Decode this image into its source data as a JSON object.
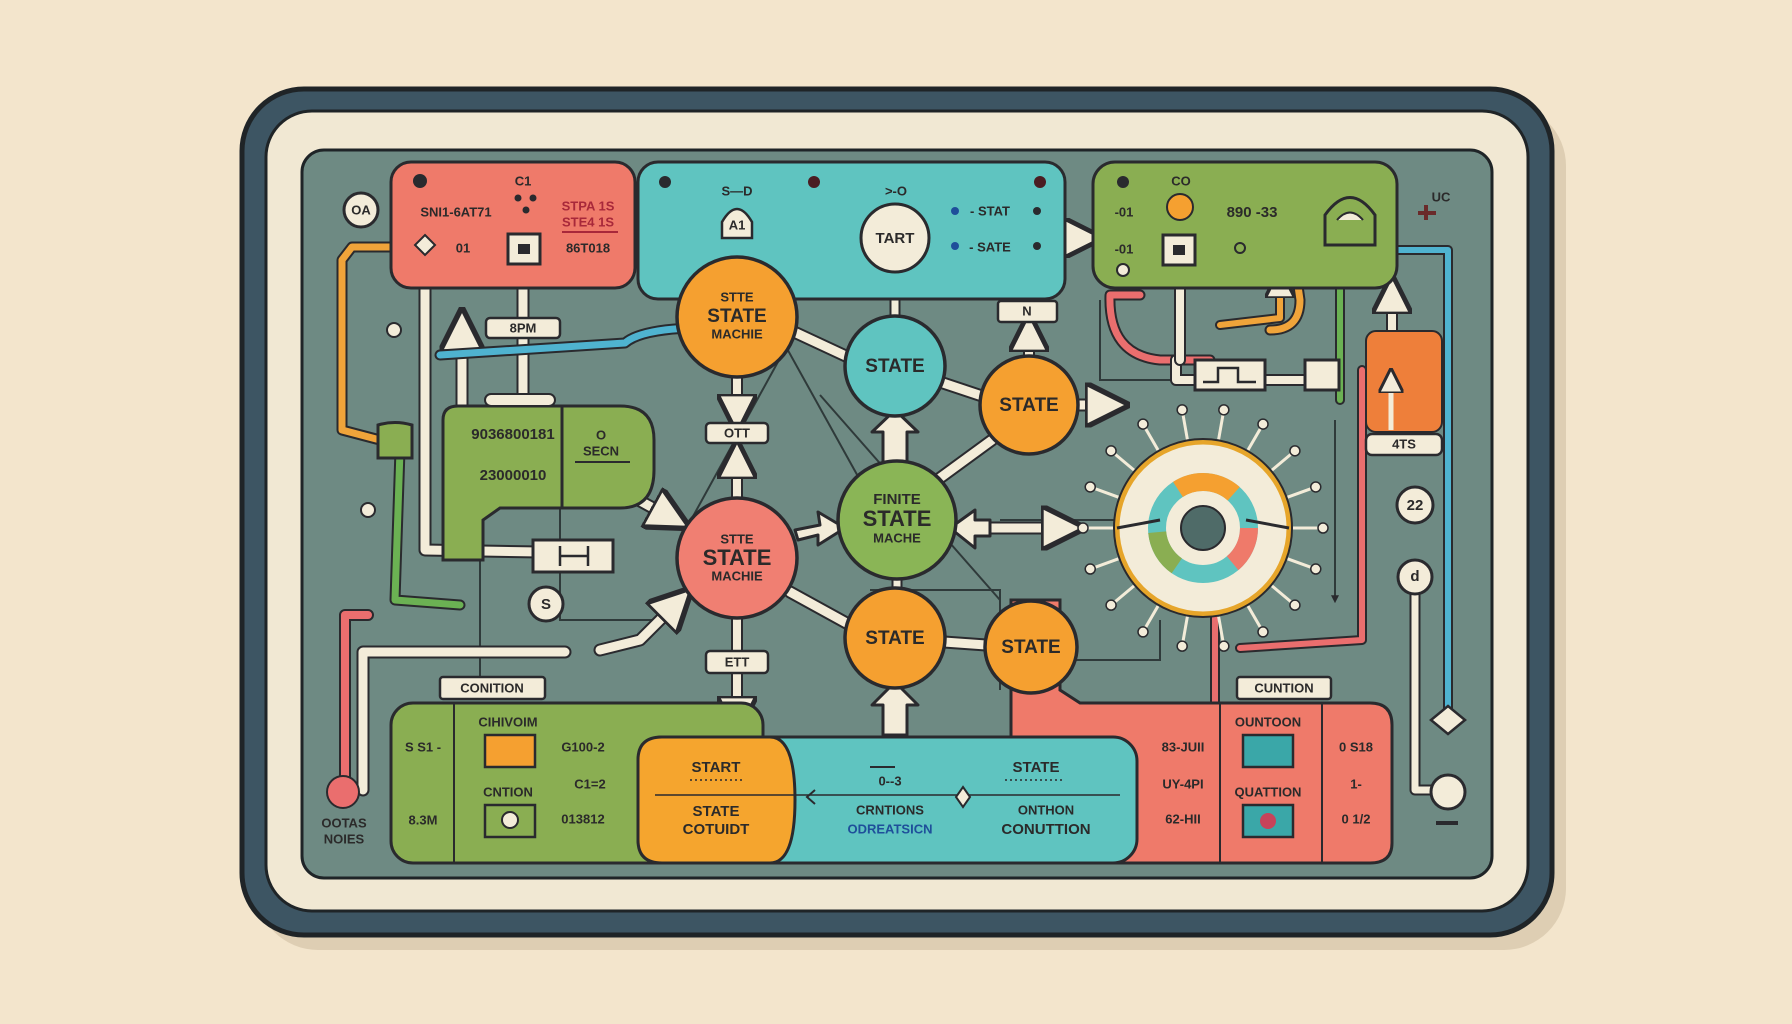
{
  "colors": {
    "background": "#f3e5cc",
    "frame": "#3d5563",
    "bezel": "#f1e8d3",
    "screen": "#6e8a83",
    "red": "#ef7a6a",
    "teal": "#5fc4c0",
    "green": "#8aae52",
    "orange": "#f5a030",
    "cream": "#f3ecd9"
  },
  "top_left_box": {
    "code": "SNI1-6AT71",
    "c1": "C1",
    "value": "01",
    "line1": "STPA 1S",
    "line2": "STE4 1S",
    "line3": "86T018"
  },
  "top_center_box": {
    "label_left": "S—D",
    "gate": "A1",
    "label_right": ">-O",
    "start_node": "TART",
    "legend1": "- STAT",
    "legend2": "- SATE"
  },
  "top_right_box": {
    "co": "CO",
    "v1": "-01",
    "v2": "-01",
    "value": "890 -33"
  },
  "nodes": {
    "top_orange": [
      "STTE",
      "STATE",
      "MACHIE"
    ],
    "teal": "STATE",
    "right_orange": "STATE",
    "center_green": [
      "FINITE",
      "STATE",
      "MACHE"
    ],
    "left_red": [
      "STTE",
      "STATE",
      "MACHIE"
    ],
    "bottom_orange": "STATE",
    "bottom_right_orange": "STATE"
  },
  "labels": {
    "spm": "8PM",
    "ott": "OTT",
    "ett": "ETT",
    "n": "N",
    "four_ts": "4TS",
    "twenty_two": "22",
    "d": "d",
    "oa": "OA",
    "s": "S",
    "uc": "UC",
    "condition_left": "CONITION",
    "condition_right": "CUNTION",
    "notes_line1": "OOTAS",
    "notes_line2": "NOIES"
  },
  "left_green_block": {
    "value1": "9036800181",
    "value2": "23000010",
    "o": "O",
    "secn": "SECN"
  },
  "bottom_green_panel": {
    "left1": "S S1 -",
    "left2": "8.3M",
    "header1": "CIHIVOIM",
    "header2": "CNTION",
    "val1": "G100-2",
    "val2": "C1=2",
    "val3": "013812"
  },
  "bottom_center_panel": {
    "start": "START",
    "state": "STATE",
    "cotuidt": "COTUIDT",
    "range": "0--3",
    "crntions": "CRNTIONS",
    "odreatsicn": "ODREATSICN",
    "state_right": "STATE",
    "onthon": "ONTHON",
    "conution": "CONUTTION"
  },
  "bottom_red_panel": {
    "left1": "83-JUII",
    "left2": "UY-4PI",
    "left3": "62-HII",
    "header1": "OUNTOON",
    "header2": "QUATTION",
    "right1": "0 S18",
    "right2": "1-",
    "right3": "0 1/2"
  }
}
